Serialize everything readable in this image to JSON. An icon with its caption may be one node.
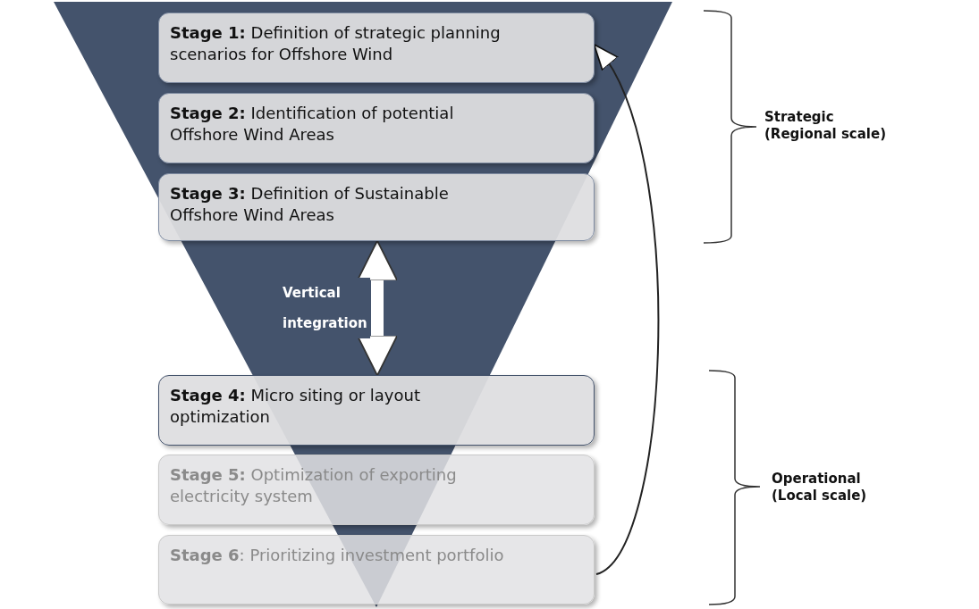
{
  "diagram": {
    "nodes": [
      {
        "text": [
          "**Stage 1:** Definition of strategic planning scenarios for Offshore Wind"
        ]
      },
      {
        "text": [
          "**Stage 2:** Identification of potential Offshore Wind Areas"
        ]
      },
      {
        "text": [
          "**Stage 3:** Definition of Sustainable Offshore Wind Areas"
        ]
      },
      {
        "text": [
          "**Stage 4:** Micro siting or layout optimization"
        ]
      },
      {
        "text": [
          "**Stage 5:** Optimization of exporting electricity system"
        ]
      },
      {
        "text": [
          "**Stage 6**: Prioritizing investment portfolio"
        ]
      }
    ],
    "edges": [
      {
        "from": 2,
        "to": 3,
        "arrow": "both",
        "label": "Vertical integration",
        "style": "thick"
      },
      {
        "from": 5,
        "to": 0,
        "arrow": "to",
        "color": "#222222"
      }
    ],
    "labels": [
      "Strategic (Regional scale)",
      "Operational (Local scale)"
    ]
  }
}
